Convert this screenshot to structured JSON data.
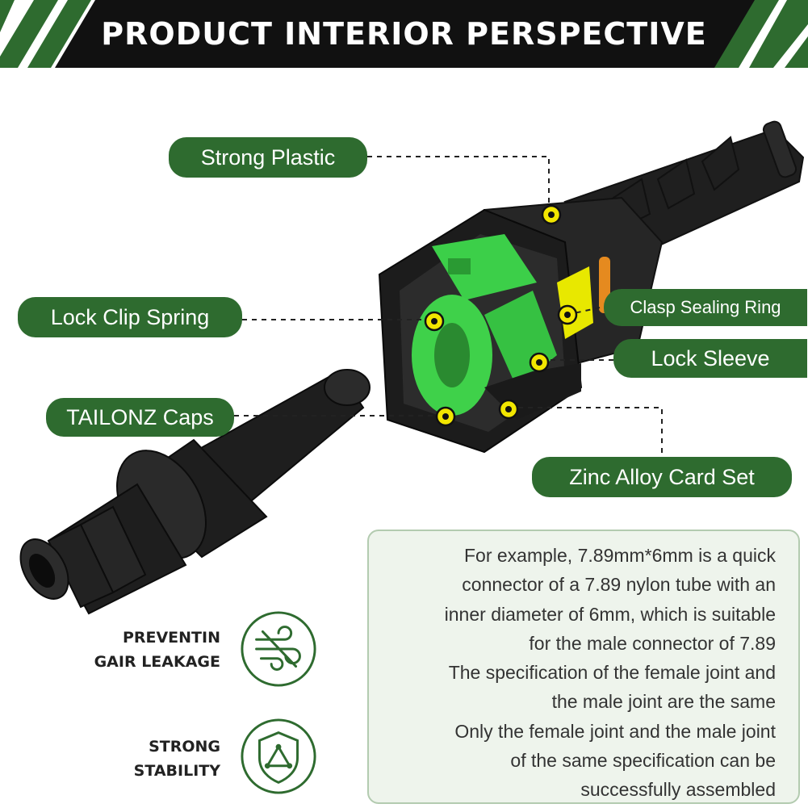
{
  "header": {
    "title": "PRODUCT INTERIOR PERSPECTIVE"
  },
  "callouts": {
    "strong_plastic": "Strong Plastic",
    "lock_clip_spring": "Lock Clip Spring",
    "tailonz_caps": "TAILONZ Caps",
    "clasp_sealing_ring": "Clasp Sealing Ring",
    "lock_sleeve": "Lock Sleeve",
    "zinc_alloy_card_set": "Zinc Alloy Card Set"
  },
  "info": {
    "lines": [
      "For example, 7.89mm*6mm is a quick",
      "connector of a 7.89 nylon tube with an",
      "inner diameter of 6mm, which is suitable",
      "for the male connector of 7.89",
      "The specification of the female joint and",
      "the male joint are the same",
      "Only the female joint and the male joint",
      "of the same specification can be",
      "successfully assembled"
    ]
  },
  "features": [
    {
      "line1": "PREVENTIN",
      "line2": "GAIR LEAKAGE",
      "icon": "air-flow-icon"
    },
    {
      "line1": "STRONG",
      "line2": "STABILITY",
      "icon": "shield-triangle-icon"
    }
  ],
  "colors": {
    "brand_green": "#2e6b2f",
    "banner_black": "#111111",
    "accent_green": "#3fd14a",
    "marker_yellow": "#f2e600",
    "info_bg": "#eef4ec"
  }
}
